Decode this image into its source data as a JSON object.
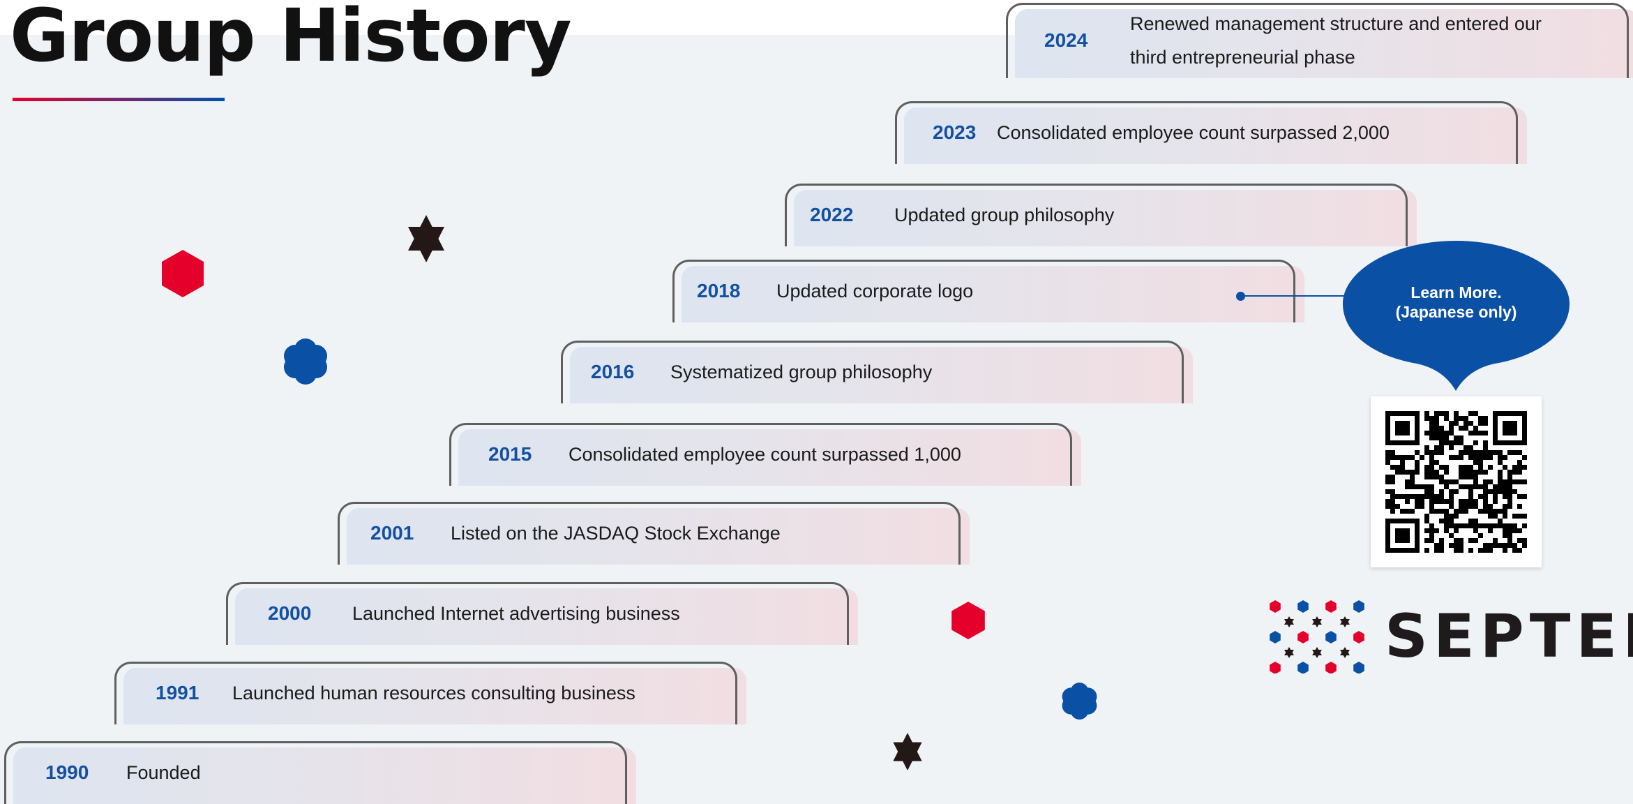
{
  "page": {
    "title": "Group History",
    "colors": {
      "year": "#1450a0",
      "red": "#e4002b",
      "blue": "#0a50a5",
      "dark": "#231815"
    }
  },
  "timeline": [
    {
      "year": "2024",
      "text": "Renewed management structure and entered our third entrepreneurial phase"
    },
    {
      "year": "2023",
      "text": "Consolidated employee count surpassed 2,000"
    },
    {
      "year": "2022",
      "text": "Updated group philosophy"
    },
    {
      "year": "2018",
      "text": "Updated corporate logo"
    },
    {
      "year": "2016",
      "text": "Systematized group philosophy"
    },
    {
      "year": "2015",
      "text": "Consolidated employee count surpassed 1,000"
    },
    {
      "year": "2001",
      "text": "Listed on the JASDAQ Stock Exchange"
    },
    {
      "year": "2000",
      "text": "Launched Internet advertising business"
    },
    {
      "year": "1991",
      "text": "Launched human resources consulting business"
    },
    {
      "year": "1990",
      "text": "Founded"
    }
  ],
  "callout": {
    "line1": "Learn More.",
    "line2": "(Japanese only)"
  },
  "brand": {
    "name": "SEPTEN"
  },
  "icons": {
    "decorations": [
      "red-hexagon-icon",
      "blue-flower-icon",
      "dark-star-icon"
    ],
    "qr": "qr-code-icon"
  }
}
